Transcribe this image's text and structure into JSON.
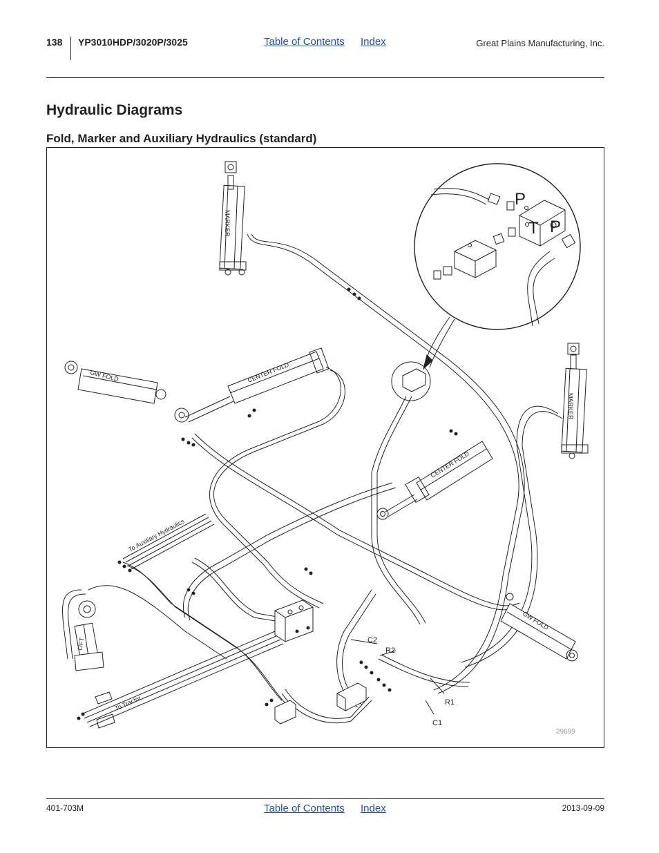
{
  "header": {
    "page_number": "138",
    "model": "YP3010HDP/3020P/3025",
    "toc_link": "Table of Contents",
    "index_link": "Index",
    "company": "Great Plains Manufacturing, Inc."
  },
  "content": {
    "title": "Hydraulic Diagrams",
    "subtitle": "Fold, Marker and Auxiliary Hydraulics (standard)"
  },
  "diagram": {
    "labels": {
      "marker_top": "MARKER",
      "marker_right": "MARKER",
      "gw_fold_left": "GW FOLD",
      "gw_fold_right": "GW FOLD",
      "center_fold_top": "CENTER FOLD",
      "center_fold_mid": "CENTER FOLD",
      "lift": "LIFT",
      "aux": "To Auxiliary Hydraulics",
      "tractor": "To Tractor",
      "c2": "C2",
      "r2": "R2",
      "r1": "R1",
      "c1": "C1",
      "detail_p1": "P",
      "detail_p2": "P",
      "detail_t": "T",
      "figure_number": "29699"
    },
    "colors": {
      "line": "#231f20",
      "figure_number": "#9a9a9a"
    }
  },
  "footer": {
    "doc_code": "401-703M",
    "toc_link": "Table of Contents",
    "index_link": "Index",
    "date": "2013-09-09"
  }
}
